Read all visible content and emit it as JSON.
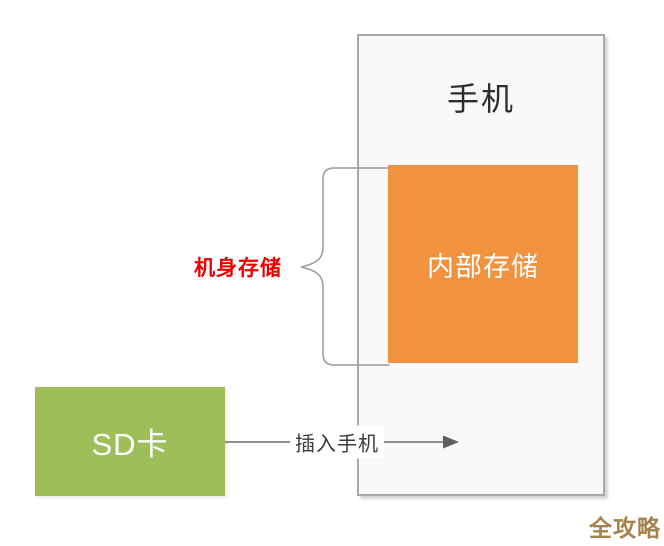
{
  "diagram": {
    "phone": {
      "label": "手机",
      "fill": "#F8F8F8",
      "border_color": "#A8A8A8",
      "text_color": "#2D2D2D"
    },
    "internal_storage": {
      "label": "内部存储",
      "fill": "#F0923E",
      "text_color": "#FFFFFF"
    },
    "body_storage": {
      "label": "机身存储",
      "text_color": "#EE0000"
    },
    "brace": {
      "color": "#999999"
    },
    "sd_card": {
      "label": "SD卡",
      "fill": "#9EBE59",
      "text_color": "#FFFFFF"
    },
    "insert_arrow": {
      "label": "插入手机",
      "line_color": "#8F8F8F",
      "head_color": "#5F5F5F",
      "text_color": "#3A3A3A"
    },
    "watermark": {
      "label": "全攻略",
      "text_color": "#A5814B"
    }
  }
}
